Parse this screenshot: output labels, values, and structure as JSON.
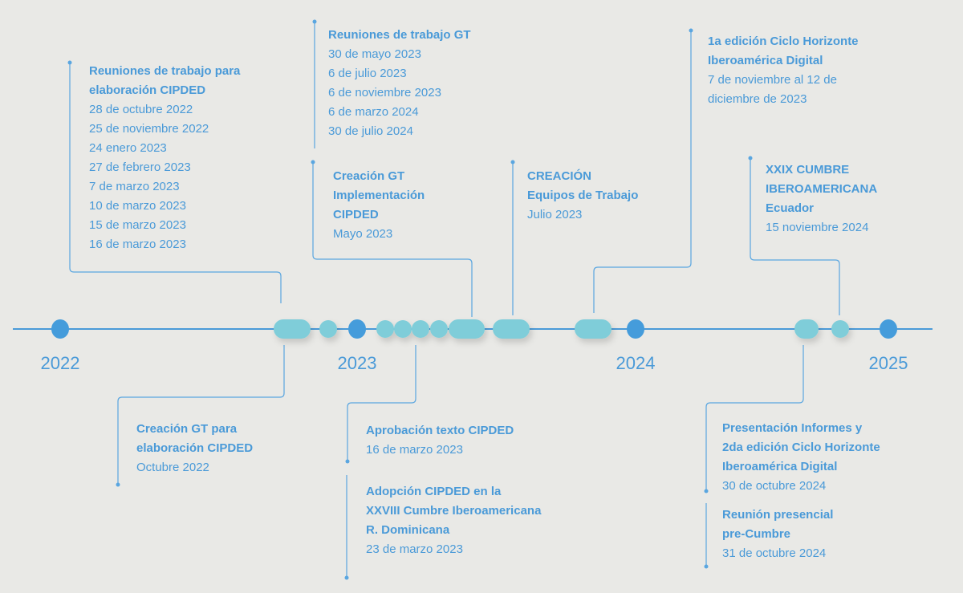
{
  "colors": {
    "background": "#e9e9e6",
    "text": "#4a9ad8",
    "line": "#5aa6e0",
    "year_dot": "#459cdb",
    "event_dot": "#7fcdd9"
  },
  "years": [
    "2022",
    "2023",
    "2024",
    "2025"
  ],
  "events_top": [
    {
      "title": [
        "Reuniones de trabajo para",
        "elaboración CIPDED"
      ],
      "dates": [
        "28 de octubre 2022",
        "25 de noviembre 2022",
        "24 enero 2023",
        "27 de febrero 2023",
        "7 de marzo 2023",
        "10 de marzo 2023",
        "15 de marzo 2023",
        "16 de marzo 2023"
      ]
    },
    {
      "title": [
        "Reuniones de trabajo GT"
      ],
      "dates": [
        "30 de mayo 2023",
        "6 de julio 2023",
        "6 de noviembre 2023",
        "6 de marzo 2024",
        "30 de julio 2024"
      ]
    },
    {
      "title": [
        "Creación GT",
        "Implementación",
        "CIPDED"
      ],
      "dates": [
        "Mayo 2023"
      ]
    },
    {
      "title": [
        "CREACIÓN",
        "Equipos de Trabajo"
      ],
      "dates": [
        "Julio 2023"
      ]
    },
    {
      "title": [
        "1a edición Ciclo Horizonte",
        "Iberoamérica Digital"
      ],
      "dates": [
        "7 de noviembre al 12 de",
        "diciembre de 2023"
      ]
    },
    {
      "title": [
        "XXIX CUMBRE",
        "IBEROAMERICANA",
        "Ecuador"
      ],
      "dates": [
        "15 noviembre 2024"
      ]
    }
  ],
  "events_bottom": [
    {
      "title": [
        "Creación GT para",
        "elaboración CIPDED"
      ],
      "dates": [
        "Octubre 2022"
      ]
    },
    {
      "title": [
        "Aprobación texto CIPDED"
      ],
      "dates": [
        "16 de marzo 2023"
      ]
    },
    {
      "title": [
        "Adopción CIPDED en la",
        "XXVIII Cumbre Iberoamericana",
        "R. Dominicana"
      ],
      "dates": [
        "23 de marzo 2023"
      ]
    },
    {
      "title": [
        "Presentación Informes y",
        "2da edición Ciclo Horizonte",
        "Iberoamérica Digital"
      ],
      "dates": [
        "30 de octubre 2024"
      ]
    },
    {
      "title": [
        "Reunión presencial",
        "pre-Cumbre"
      ],
      "dates": [
        "31 de octubre 2024"
      ]
    }
  ]
}
